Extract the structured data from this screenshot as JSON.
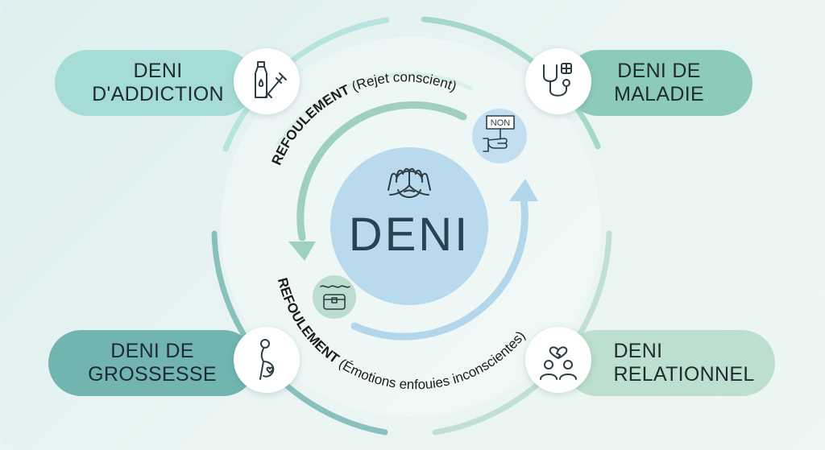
{
  "center": {
    "title": "DENI",
    "icon": "face-covering-eyes-icon"
  },
  "quadrants": {
    "top_left": {
      "lines": [
        "DENI",
        "D'ADDICTION"
      ],
      "icon": "bottle-syringe-icon",
      "color": "#a6dcd6"
    },
    "top_right": {
      "lines": [
        "DENI DE",
        "MALADIE"
      ],
      "icon": "stethoscope-medical-cross-icon",
      "color": "#8ccbbb"
    },
    "bottom_left": {
      "lines": [
        "DENI DE",
        "GROSSESSE"
      ],
      "icon": "pregnant-woman-icon",
      "color": "#71b4b0"
    },
    "bottom_right": {
      "lines": [
        "DENI",
        "RELATIONNEL"
      ],
      "icon": "couple-broken-heart-icon",
      "color": "#bcdfcf"
    }
  },
  "refoulement_top": {
    "bold": "REFOULEMENT",
    "note": "(Rejet conscient)",
    "icon": "hand-holding-non-sign-icon",
    "sign": "NON"
  },
  "refoulement_bottom": {
    "bold": "REFOULEMENT",
    "note": "(Émotions enfouies inconscientes)",
    "icon": "sunken-chest-icon"
  }
}
